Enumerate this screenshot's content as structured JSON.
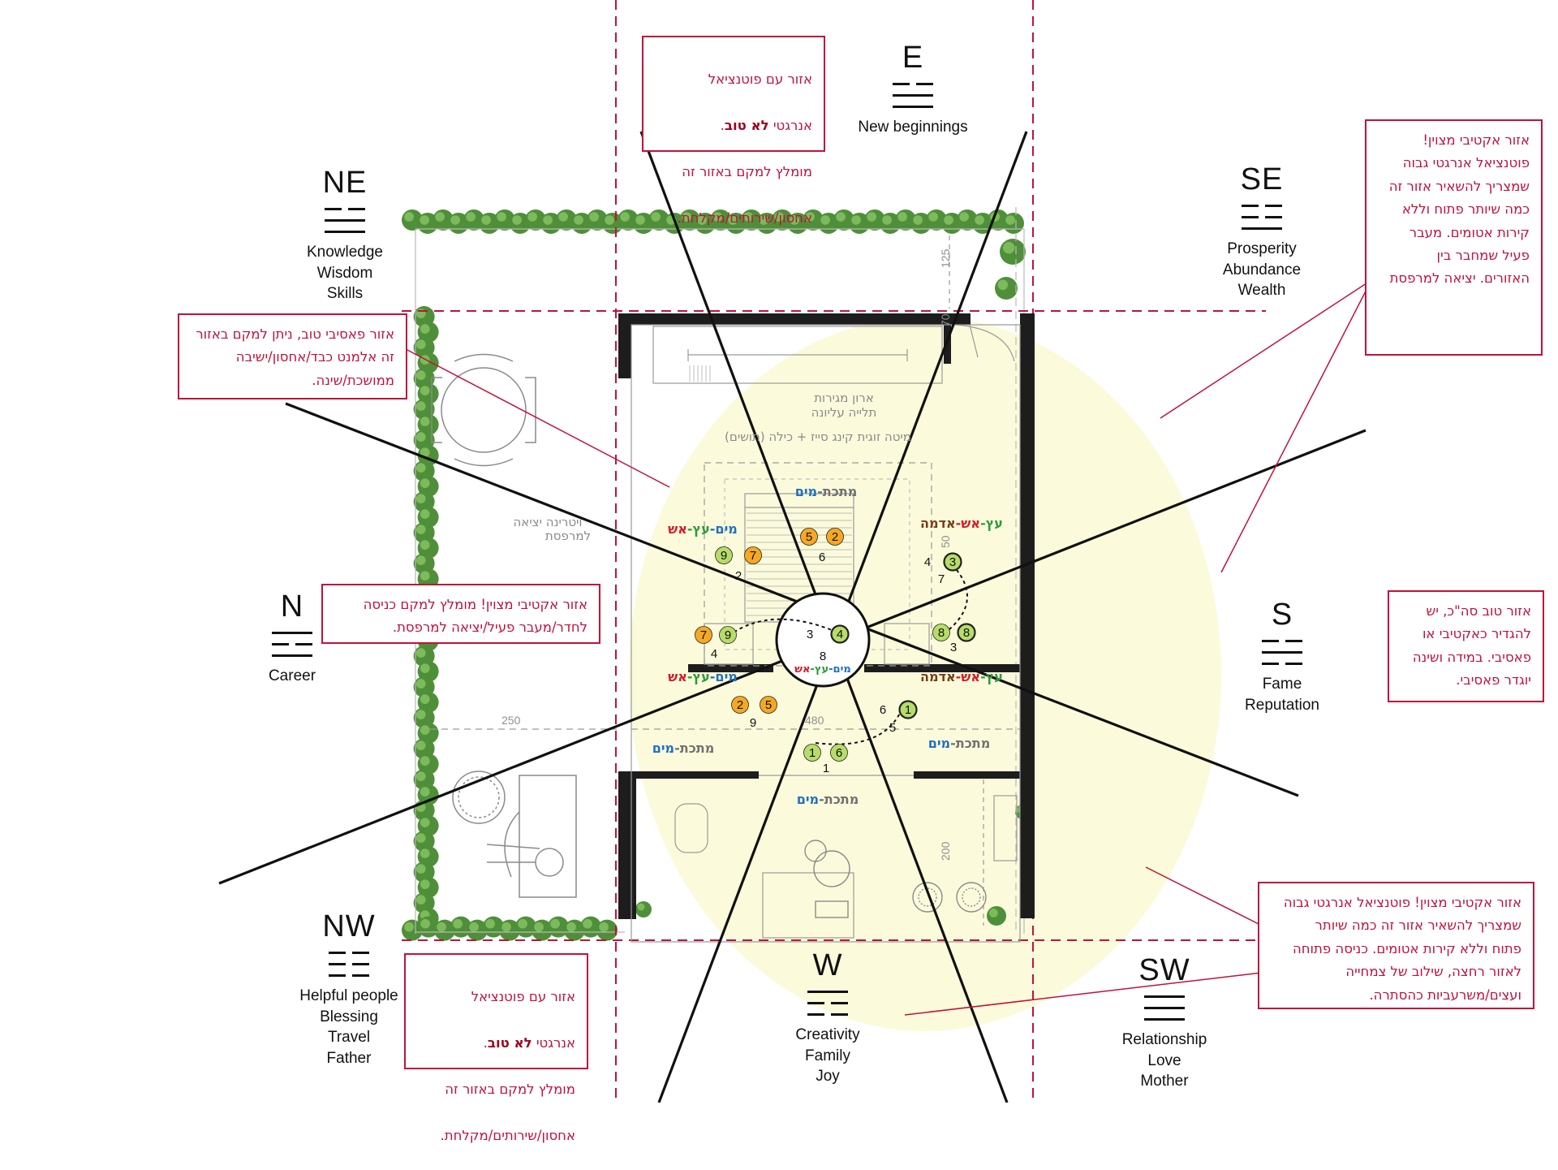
{
  "colors": {
    "accent_red": "#c0123a",
    "hedge": "#4f8f3a",
    "halo": "#fbfbdc",
    "wall": "#1d1d1d",
    "water_blue": "#1f6fc2",
    "wood_green": "#2e9a3b",
    "fire_red": "#d21d2a",
    "metal_grey": "#707070",
    "earth_brown": "#7a3b16",
    "badge_green": "#b6dd6a",
    "badge_orange": "#f6a823"
  },
  "directions": {
    "E": {
      "label": "E",
      "desc": "New beginnings",
      "lines": [
        true,
        false,
        false
      ]
    },
    "NE": {
      "label": "NE",
      "desc": "Knowledge\nWisdom\nSkills",
      "lines": [
        true,
        false,
        false
      ]
    },
    "SE": {
      "label": "SE",
      "desc": "Prosperity\nAbundance\nWealth",
      "lines": [
        true,
        true,
        false
      ]
    },
    "N": {
      "label": "N",
      "desc": "Career",
      "lines": [
        false,
        true,
        false
      ]
    },
    "S": {
      "label": "S",
      "desc": "Fame\nReputation",
      "lines": [
        true,
        false,
        true
      ]
    },
    "NW": {
      "label": "NW",
      "desc": "Helpful people\nBlessing\nTravel\nFather",
      "lines": [
        true,
        true,
        true
      ]
    },
    "W": {
      "label": "W",
      "desc": "Creativity\nFamily\nJoy",
      "lines": [
        false,
        true,
        true
      ]
    },
    "SW": {
      "label": "SW",
      "desc": "Relationship\nLove\nMother",
      "lines": [
        false,
        false,
        false
      ]
    }
  },
  "notes": {
    "top_bad": {
      "line1": "אזור עם פוטנציאל",
      "line2a": "אנרגטי ",
      "line2b": "לא טוב",
      "line2c": ".",
      "line3": "מומלץ למקם באזור זה",
      "line4": "אחסון/שירותים/מקלחת."
    },
    "bottom_bad": {
      "line1": "אזור עם פוטנציאל",
      "line2a": "אנרגטי ",
      "line2b": "לא טוב",
      "line2c": ".",
      "line3": "מומלץ למקם באזור זה",
      "line4": "אחסון/שירותים/מקלחת."
    },
    "passive": "אזור פאסיבי טוב, ניתן למקם באזור\nזה אלמנט כבד/אחסון/ישיבה\nממושכת/שינה.",
    "active_north": "אזור אקטיבי מצוין! מומלץ למקם כניסה\nלחדר/מעבר פעיל/יציאה למרפסת.",
    "active_se": "אזור אקטיבי מצוין!\nפוטנציאל אנרגטי גבוה\nשמצריך להשאיר אזור זה\nכמה שיותר פתוח וללא\nקירות אטומים. מעבר\nפעיל שמחבר בין\nהאזורים. יציאה למרפסת",
    "good_south": "אזור טוב סה\"כ, יש\nלהגדיר כאקטיבי או\nפאסיבי. במידה ושינה\nיוגדר פאסיבי.",
    "active_sw": "אזור אקטיבי מצוין! פוטנציאל אנרגטי גבוה\nשמצריך להשאיר אזור זה כמה שיותר\nפתוח וללא קירות אטומים. כניסה פתוחה\nלאזור רחצה, שילוב של צמחייה\nועצים/משרעביות כהסתרה."
  },
  "plan": {
    "wardrobe_label": "ארון מגירות",
    "shelf_label": "תלייה עליונה",
    "bed_label": "מיטה זוגית קינג סייז + כילה (תושים)",
    "vitrine_label": "ויטרינה  יציאה",
    "balcony_label": "למרפסת",
    "dim_125": "125",
    "dim_70": "70",
    "dim_250": "250",
    "dim_480": "480",
    "dim_200": "200",
    "dim_50": "50"
  },
  "elements": [
    {
      "id": "el-top",
      "parts": [
        {
          "t": "מתכת",
          "c": "metal_grey"
        },
        {
          "t": "-",
          "c": "metal_grey"
        },
        {
          "t": "מים",
          "c": "water_blue"
        }
      ]
    },
    {
      "id": "el-left-upper",
      "parts": [
        {
          "t": "מים",
          "c": "water_blue"
        },
        {
          "t": "-",
          "c": "water_blue"
        },
        {
          "t": "עץ",
          "c": "wood_green"
        },
        {
          "t": "-",
          "c": "wood_green"
        },
        {
          "t": "אש",
          "c": "fire_red"
        }
      ]
    },
    {
      "id": "el-right-upper",
      "parts": [
        {
          "t": "עץ",
          "c": "wood_green"
        },
        {
          "t": "-",
          "c": "wood_green"
        },
        {
          "t": "אש",
          "c": "fire_red"
        },
        {
          "t": "-",
          "c": "fire_red"
        },
        {
          "t": "אדמה",
          "c": "earth_brown"
        }
      ]
    },
    {
      "id": "el-left-lower",
      "parts": [
        {
          "t": "מים",
          "c": "water_blue"
        },
        {
          "t": "-",
          "c": "water_blue"
        },
        {
          "t": "עץ",
          "c": "wood_green"
        },
        {
          "t": "-",
          "c": "wood_green"
        },
        {
          "t": "אש",
          "c": "fire_red"
        }
      ]
    },
    {
      "id": "el-right-lower",
      "parts": [
        {
          "t": "עץ",
          "c": "wood_green"
        },
        {
          "t": "-",
          "c": "wood_green"
        },
        {
          "t": "אש",
          "c": "fire_red"
        },
        {
          "t": "-",
          "c": "fire_red"
        },
        {
          "t": "אדמה",
          "c": "earth_brown"
        }
      ]
    },
    {
      "id": "el-center",
      "parts": [
        {
          "t": "מים",
          "c": "water_blue"
        },
        {
          "t": "-",
          "c": "water_blue"
        },
        {
          "t": "עץ",
          "c": "wood_green"
        },
        {
          "t": "-",
          "c": "wood_green"
        },
        {
          "t": "אש",
          "c": "fire_red"
        }
      ]
    },
    {
      "id": "el-bottom-left",
      "parts": [
        {
          "t": "מתכת",
          "c": "metal_grey"
        },
        {
          "t": "-",
          "c": "metal_grey"
        },
        {
          "t": "מים",
          "c": "water_blue"
        }
      ]
    },
    {
      "id": "el-bottom-right",
      "parts": [
        {
          "t": "מתכת",
          "c": "metal_grey"
        },
        {
          "t": "-",
          "c": "metal_grey"
        },
        {
          "t": "מים",
          "c": "water_blue"
        }
      ]
    },
    {
      "id": "el-bath",
      "parts": [
        {
          "t": "מתכת",
          "c": "metal_grey"
        },
        {
          "t": "-",
          "c": "metal_grey"
        },
        {
          "t": "מים",
          "c": "water_blue"
        }
      ]
    }
  ],
  "badges": [
    {
      "n": "5",
      "kind": "orange"
    },
    {
      "n": "2",
      "kind": "orange"
    },
    {
      "n": "6",
      "kind": "plain"
    },
    {
      "n": "9",
      "kind": "green"
    },
    {
      "n": "7",
      "kind": "orange"
    },
    {
      "n": "2",
      "kind": "plain"
    },
    {
      "n": "4",
      "kind": "plain"
    },
    {
      "n": "3",
      "kind": "green"
    },
    {
      "n": "7",
      "kind": "plain"
    },
    {
      "n": "7",
      "kind": "orange"
    },
    {
      "n": "9",
      "kind": "green"
    },
    {
      "n": "4",
      "kind": "plain"
    },
    {
      "n": "8",
      "kind": "green"
    },
    {
      "n": "8",
      "kind": "green"
    },
    {
      "n": "3",
      "kind": "plain"
    },
    {
      "n": "3",
      "kind": "plain"
    },
    {
      "n": "4",
      "kind": "green"
    },
    {
      "n": "8",
      "kind": "plain"
    },
    {
      "n": "2",
      "kind": "orange"
    },
    {
      "n": "5",
      "kind": "orange"
    },
    {
      "n": "9",
      "kind": "plain"
    },
    {
      "n": "6",
      "kind": "plain"
    },
    {
      "n": "1",
      "kind": "green"
    },
    {
      "n": "5",
      "kind": "plain"
    },
    {
      "n": "1",
      "kind": "green"
    },
    {
      "n": "6",
      "kind": "green"
    },
    {
      "n": "1",
      "kind": "plain"
    }
  ]
}
